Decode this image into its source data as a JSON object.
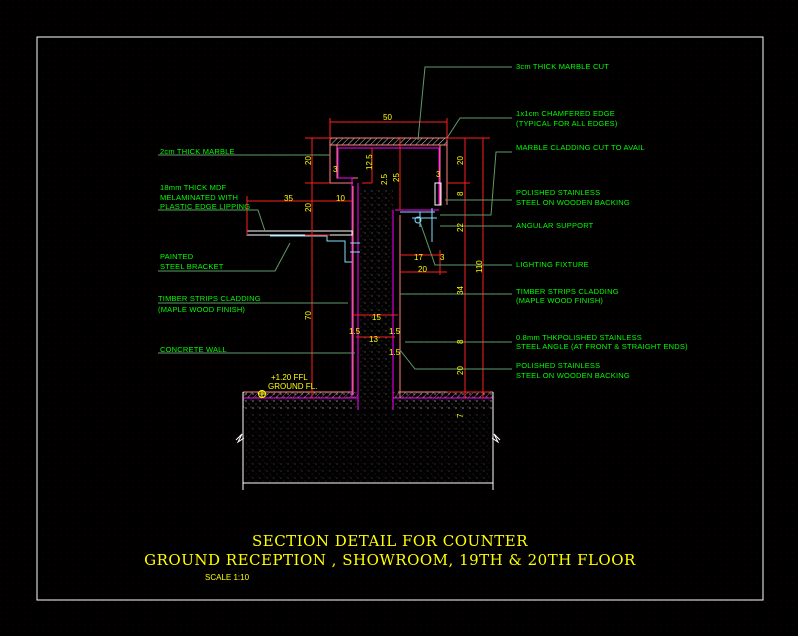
{
  "drawing": {
    "title_line1": "SECTION DETAIL FOR  COUNTER",
    "title_line2": "GROUND RECEPTION , SHOWROOM, 19TH & 20TH FLOOR",
    "scale": "SCALE 1:10",
    "level_mark": [
      "+1.20 FFL",
      "GROUND FL."
    ],
    "labels_left": [
      [
        "2cm THICK MARBLE"
      ],
      [
        "18mm THICK MDF",
        "MELAMINATED WITH",
        "PLASTIC EDGE LIPPING"
      ],
      [
        "PAINTED",
        "STEEL BRACKET"
      ],
      [
        "TIMBER STRIPS CLADDING",
        "(MAPLE WOOD FINISH)"
      ],
      [
        "CONCRETE WALL"
      ]
    ],
    "labels_right": [
      [
        "3cm THICK MARBLE CUT"
      ],
      [
        "1x1cm CHAMFERED EDGE",
        "(TYPICAL FOR ALL EDGES)"
      ],
      [
        "MARBLE CLADDING CUT TO AVAIL"
      ],
      [
        "POLISHED STAINLESS",
        "STEEL ON WOODEN BACKING"
      ],
      [
        "ANGULAR SUPPORT"
      ],
      [
        "LIGHTING FIXTURE"
      ],
      [
        "TIMBER STRIPS CLADDING",
        "(MAPLE WOOD FINISH)"
      ],
      [
        "0.8mm THKPOLISHED STAINLESS",
        "STEEL ANGLE (AT FRONT & STRAIGHT ENDS)"
      ],
      [
        "POLISHED  STAINLESS",
        "STEEL ON WOODEN BACKING"
      ]
    ],
    "dimensions": {
      "top_width": "50",
      "shelf_35": "35",
      "shelf_10": "10",
      "left_20": "20",
      "left_20b": "20",
      "left_70": "70",
      "inner_12_5": "12.5",
      "inner_2_5": "2.5",
      "inner_25": "25",
      "inner_3": "3",
      "inner_3b": "3",
      "r_20": "20",
      "r_8": "8",
      "r_22": "22",
      "r_110": "110",
      "r_34": "34",
      "r_8b": "8",
      "r_20b": "20",
      "r_7": "7",
      "w17": "17",
      "w3": "3",
      "w20": "20",
      "b15": "15",
      "b13": "13",
      "b1_5a": "1.5",
      "b1_5b": "1.5",
      "b1_5c": "1.5"
    }
  }
}
